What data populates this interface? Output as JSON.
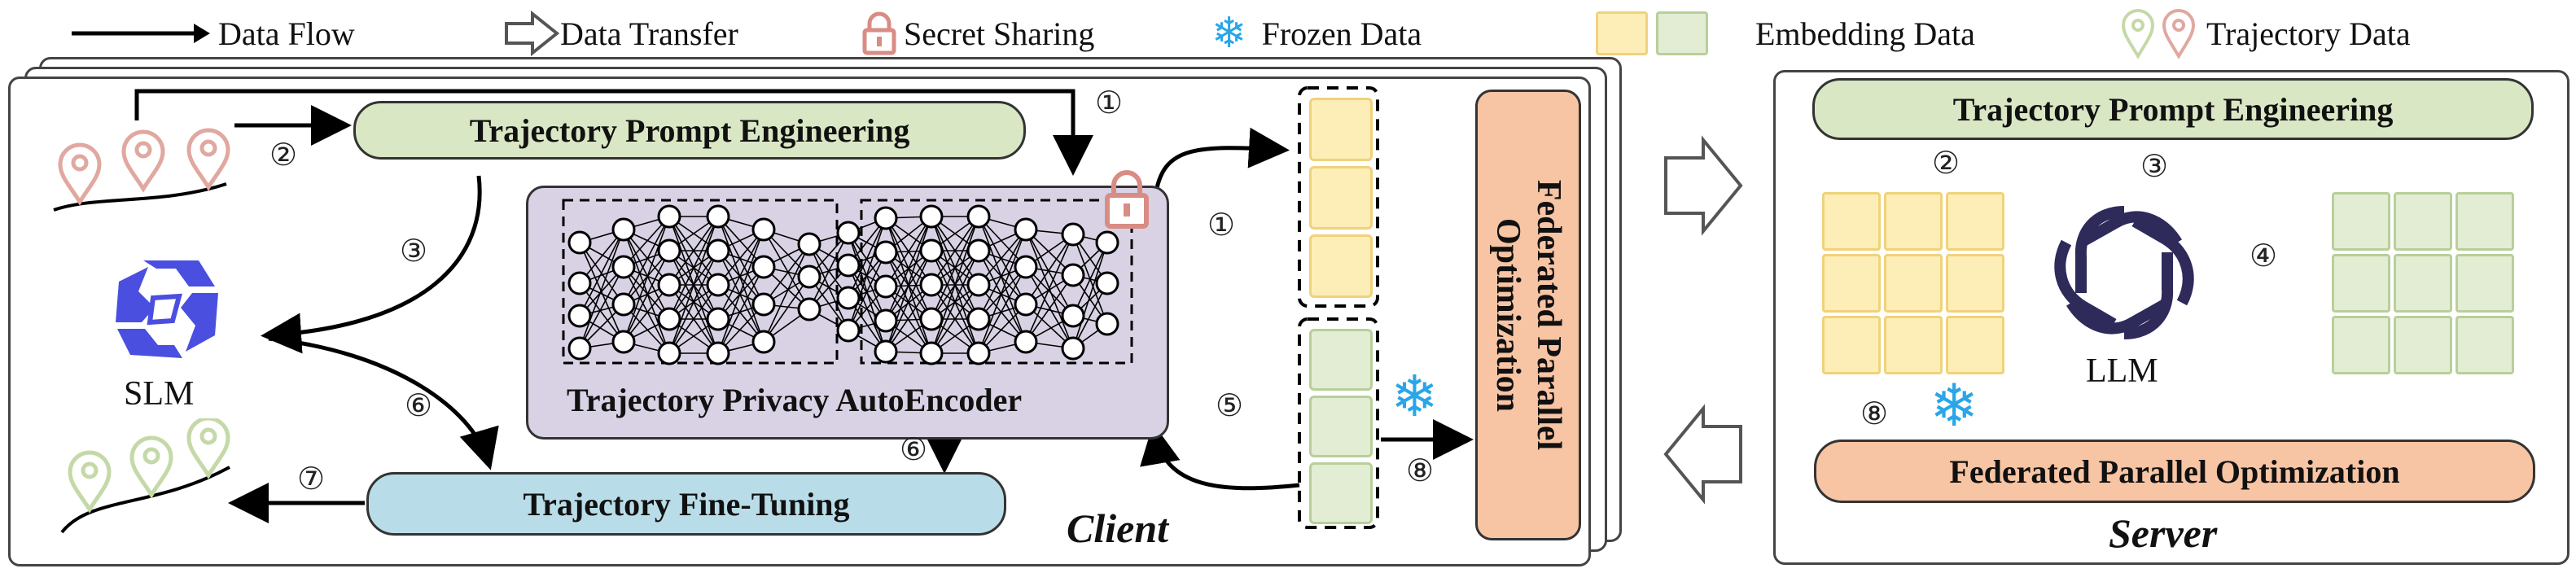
{
  "legend": {
    "data_flow": "Data Flow",
    "data_transfer": "Data Transfer",
    "secret_sharing": "Secret Sharing",
    "frozen_data": "Frozen Data",
    "embedding_data": "Embedding Data",
    "trajectory_data": "Trajectory Data"
  },
  "client": {
    "title": "Client",
    "prompt_engineering": "Trajectory Prompt Engineering",
    "autoencoder": "Trajectory Privacy AutoEncoder",
    "fine_tuning": "Trajectory Fine-Tuning",
    "slm": "SLM",
    "federated_line1": "Federated Parallel",
    "federated_line2": "Optimization"
  },
  "server": {
    "title": "Server",
    "prompt_engineering": "Trajectory Prompt Engineering",
    "llm": "LLM",
    "federated": "Federated Parallel Optimization"
  },
  "steps": {
    "s1": "①",
    "s2": "②",
    "s3": "③",
    "s4": "④",
    "s5": "⑤",
    "s6": "⑥",
    "s7": "⑦",
    "s8": "⑧"
  },
  "colors": {
    "green_fill": "#d9e7c4",
    "blue_fill": "#b9dde8",
    "orange_fill": "#f7c4a4",
    "purple_fill": "#d9d2e4",
    "yellow_cell": "#fdeeb8",
    "green_cell": "#e3edd3",
    "pin_red": "#e0a8a0",
    "pin_green": "#c5d9a8",
    "snow_blue": "#2aa6e8",
    "lock_red": "#d98c84",
    "slm_blue": "#4a4fe0",
    "llm_purple": "#2e2a5a"
  }
}
